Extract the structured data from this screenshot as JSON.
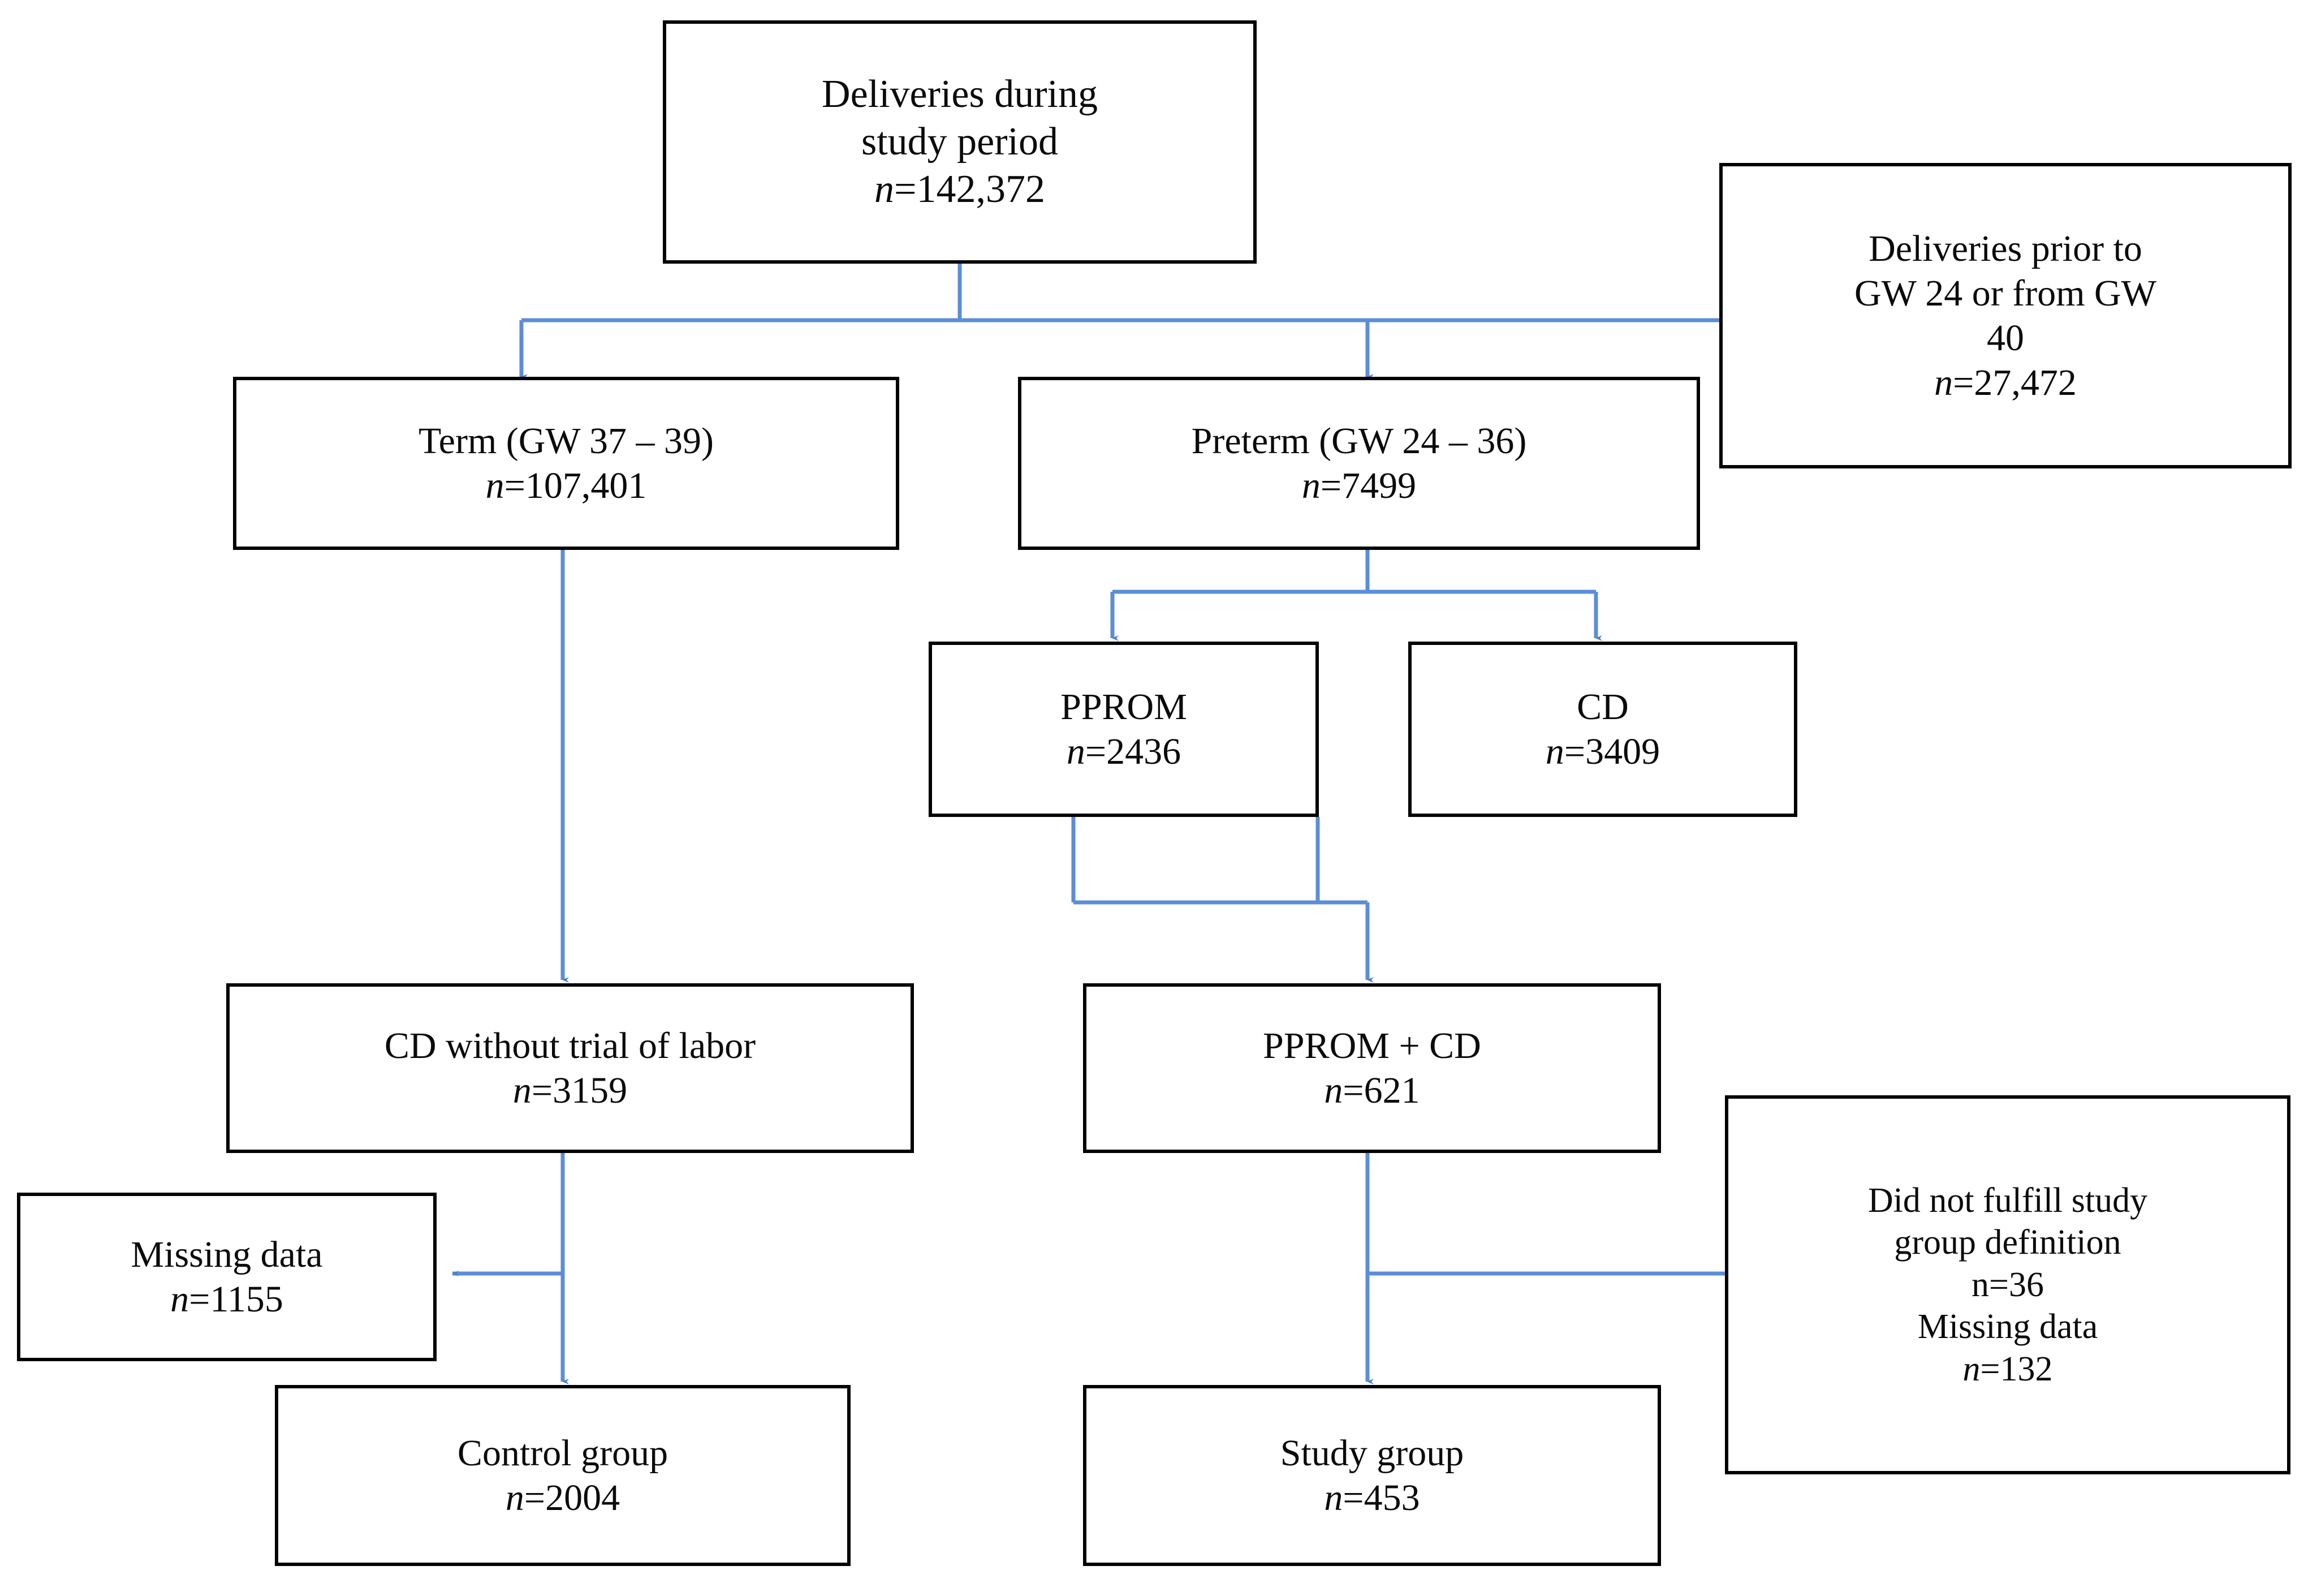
{
  "figure": {
    "kind": "study-flow-diagram",
    "background": "#ffffff",
    "box_border_color": "#000000",
    "connector_color": "#5b8ed6"
  },
  "nodes": {
    "deliveries_total": {
      "line1": "Deliveries during",
      "line2": "study period",
      "line3_prefix": "n",
      "line3_value": "=142,372"
    },
    "excluded_gw": {
      "line1": "Deliveries prior to",
      "line2": "GW 24 or from GW",
      "line3": "40",
      "line4_prefix": "n",
      "line4_value": "=27,472"
    },
    "term": {
      "line1": "Term (GW 37 – 39)",
      "line2_prefix": "n",
      "line2_value": "=107,401"
    },
    "preterm": {
      "line1": "Preterm (GW 24 – 36)",
      "line2_prefix": "n",
      "line2_value": "=7499"
    },
    "pprom": {
      "line1": "PPROM",
      "line2_prefix": "n",
      "line2_value": "=2436"
    },
    "cd": {
      "line1": "CD",
      "line2_prefix": "n",
      "line2_value": "=3409"
    },
    "cd_without_trial": {
      "line1": "CD without trial of labor",
      "line2_prefix": "n",
      "line2_value": "=3159"
    },
    "pprom_plus_cd": {
      "line1": "PPROM + CD",
      "line2_prefix": "n",
      "line2_value": "=621"
    },
    "missing_data_left": {
      "line1": "Missing data",
      "line2_prefix": "n",
      "line2_value": "=1155"
    },
    "not_fulfill": {
      "line1": "Did not fulfill study",
      "line2": "group definition",
      "line3": "n=36",
      "line4": "Missing data",
      "line5_prefix": "n",
      "line5_value": "=132"
    },
    "control_group": {
      "line1": "Control group",
      "line2_prefix": "n",
      "line2_value": "=2004"
    },
    "study_group": {
      "line1": "Study group",
      "line2_prefix": "n",
      "line2_value": "=453"
    }
  }
}
